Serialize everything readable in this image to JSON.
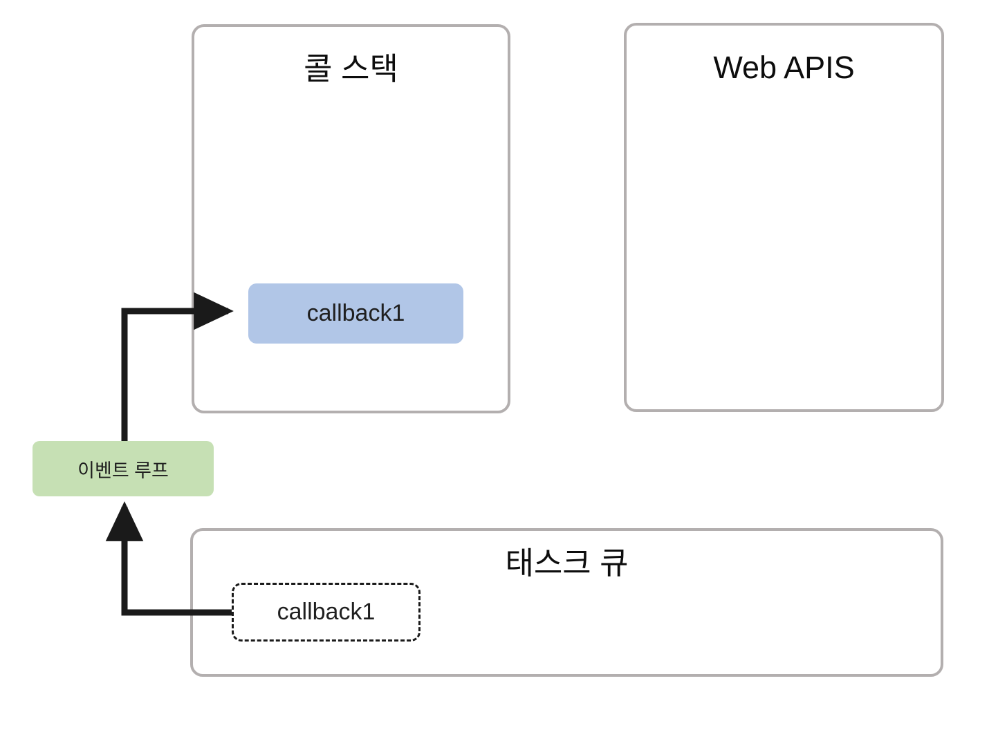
{
  "diagram": {
    "title_hidden": "JavaScript Event Loop Diagram",
    "background_color": "#ffffff",
    "containers": [
      {
        "id": "call-stack",
        "label": "콜 스택",
        "border_color": "#b3afaf",
        "fill": "#ffffff"
      },
      {
        "id": "web-apis",
        "label": "Web APIS",
        "border_color": "#b3afaf",
        "fill": "#ffffff"
      },
      {
        "id": "task-queue",
        "label": "태스크 큐",
        "border_color": "#b3afaf",
        "fill": "#ffffff"
      }
    ],
    "nodes": [
      {
        "id": "stack-frame",
        "label": "callback1",
        "fill": "#b1c6e7",
        "style": "solid"
      },
      {
        "id": "event-loop",
        "label": "이벤트 루프",
        "fill": "#c6e0b4",
        "style": "solid"
      },
      {
        "id": "queue-frame",
        "label": "callback1",
        "fill": "#ffffff",
        "style": "dashed"
      }
    ],
    "edges": [
      {
        "id": "edge-queue-to-loop",
        "from": "queue-frame",
        "to": "event-loop",
        "color": "#1a1a1a",
        "arrowhead": "filled"
      },
      {
        "id": "edge-loop-to-stack",
        "from": "event-loop",
        "to": "stack-frame",
        "color": "#1a1a1a",
        "arrowhead": "filled"
      }
    ],
    "colors": {
      "edge": "#1a1a1a",
      "container_border": "#b3afaf",
      "stack_frame": "#b1c6e7",
      "event_loop": "#c6e0b4",
      "text": "#1f1f1f"
    }
  }
}
